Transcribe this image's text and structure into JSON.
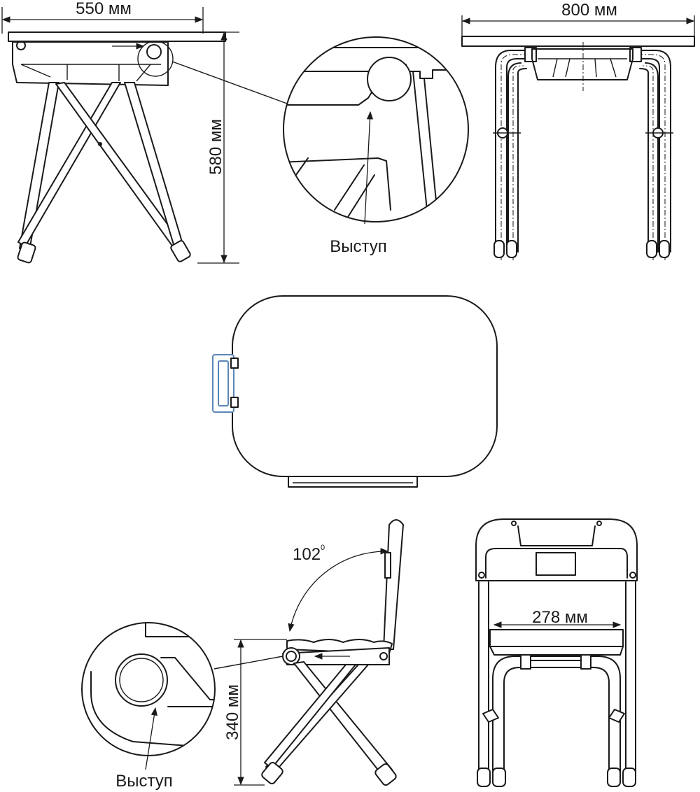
{
  "labels": {
    "table_depth": "550 мм",
    "table_height": "580 мм",
    "table_width": "800 мм",
    "protrusion_table": "Выступ",
    "chair_angle": "102",
    "chair_angle_degree": "0",
    "chair_seat_height": "340 мм",
    "protrusion_chair": "Выступ",
    "chair_seat_width": "278 мм"
  },
  "colors": {
    "lines": "#1a1a1a",
    "handle_outline": "#5b86b8",
    "background": "#ffffff"
  }
}
